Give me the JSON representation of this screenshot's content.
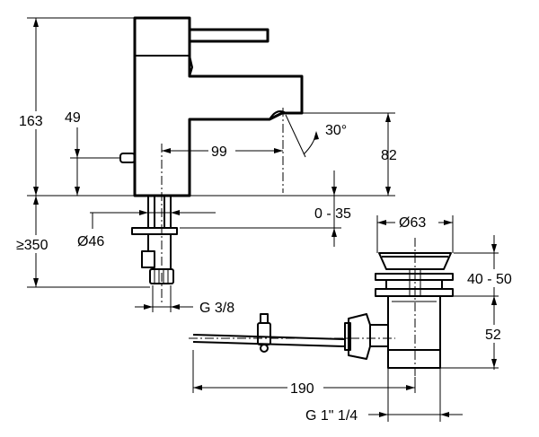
{
  "dimensions": {
    "height_total": "163",
    "lever_height": "49",
    "reach": "99",
    "angle": "30°",
    "spout_height": "82",
    "hole_diameter": "Ø46",
    "deck_thickness": "0 - 35",
    "hose_length": "≥350",
    "connection": "G 3/8",
    "plug_diameter": "Ø63",
    "plug_range": "40 - 50",
    "waste_height": "52",
    "rod_length": "190",
    "waste_thread": "G 1\" 1/4"
  }
}
